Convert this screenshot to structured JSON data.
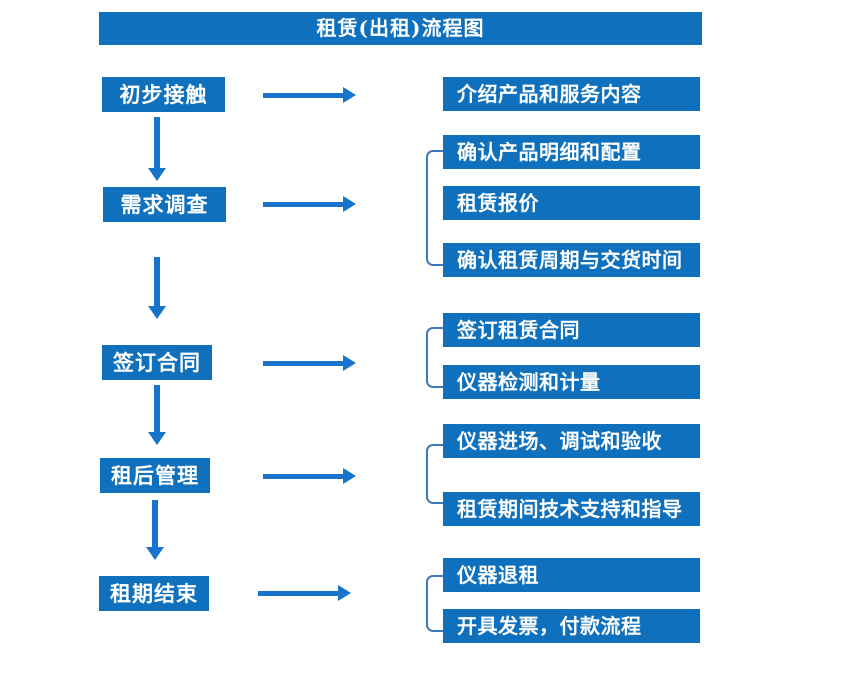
{
  "title": "租赁(出租)流程图",
  "colors": {
    "background": "#ffffff",
    "box_blue": "#0f70bd",
    "arrow_blue": "#1873cc",
    "bracket_blue": "#4377bb",
    "text": "#ffffff"
  },
  "steps": [
    {
      "label": "初步接触",
      "outputs": [
        "介绍产品和服务内容"
      ]
    },
    {
      "label": "需求调查",
      "outputs": [
        "确认产品明细和配置",
        "租赁报价",
        "确认租赁周期与交货时间"
      ]
    },
    {
      "label": "签订合同",
      "outputs": [
        "签订租赁合同",
        "仪器检测和计量"
      ]
    },
    {
      "label": "租后管理",
      "outputs": [
        "仪器进场、调试和验收",
        "租赁期间技术支持和指导"
      ]
    },
    {
      "label": "租期结束",
      "outputs": [
        "仪器退租",
        "开具发票，付款流程"
      ]
    }
  ]
}
